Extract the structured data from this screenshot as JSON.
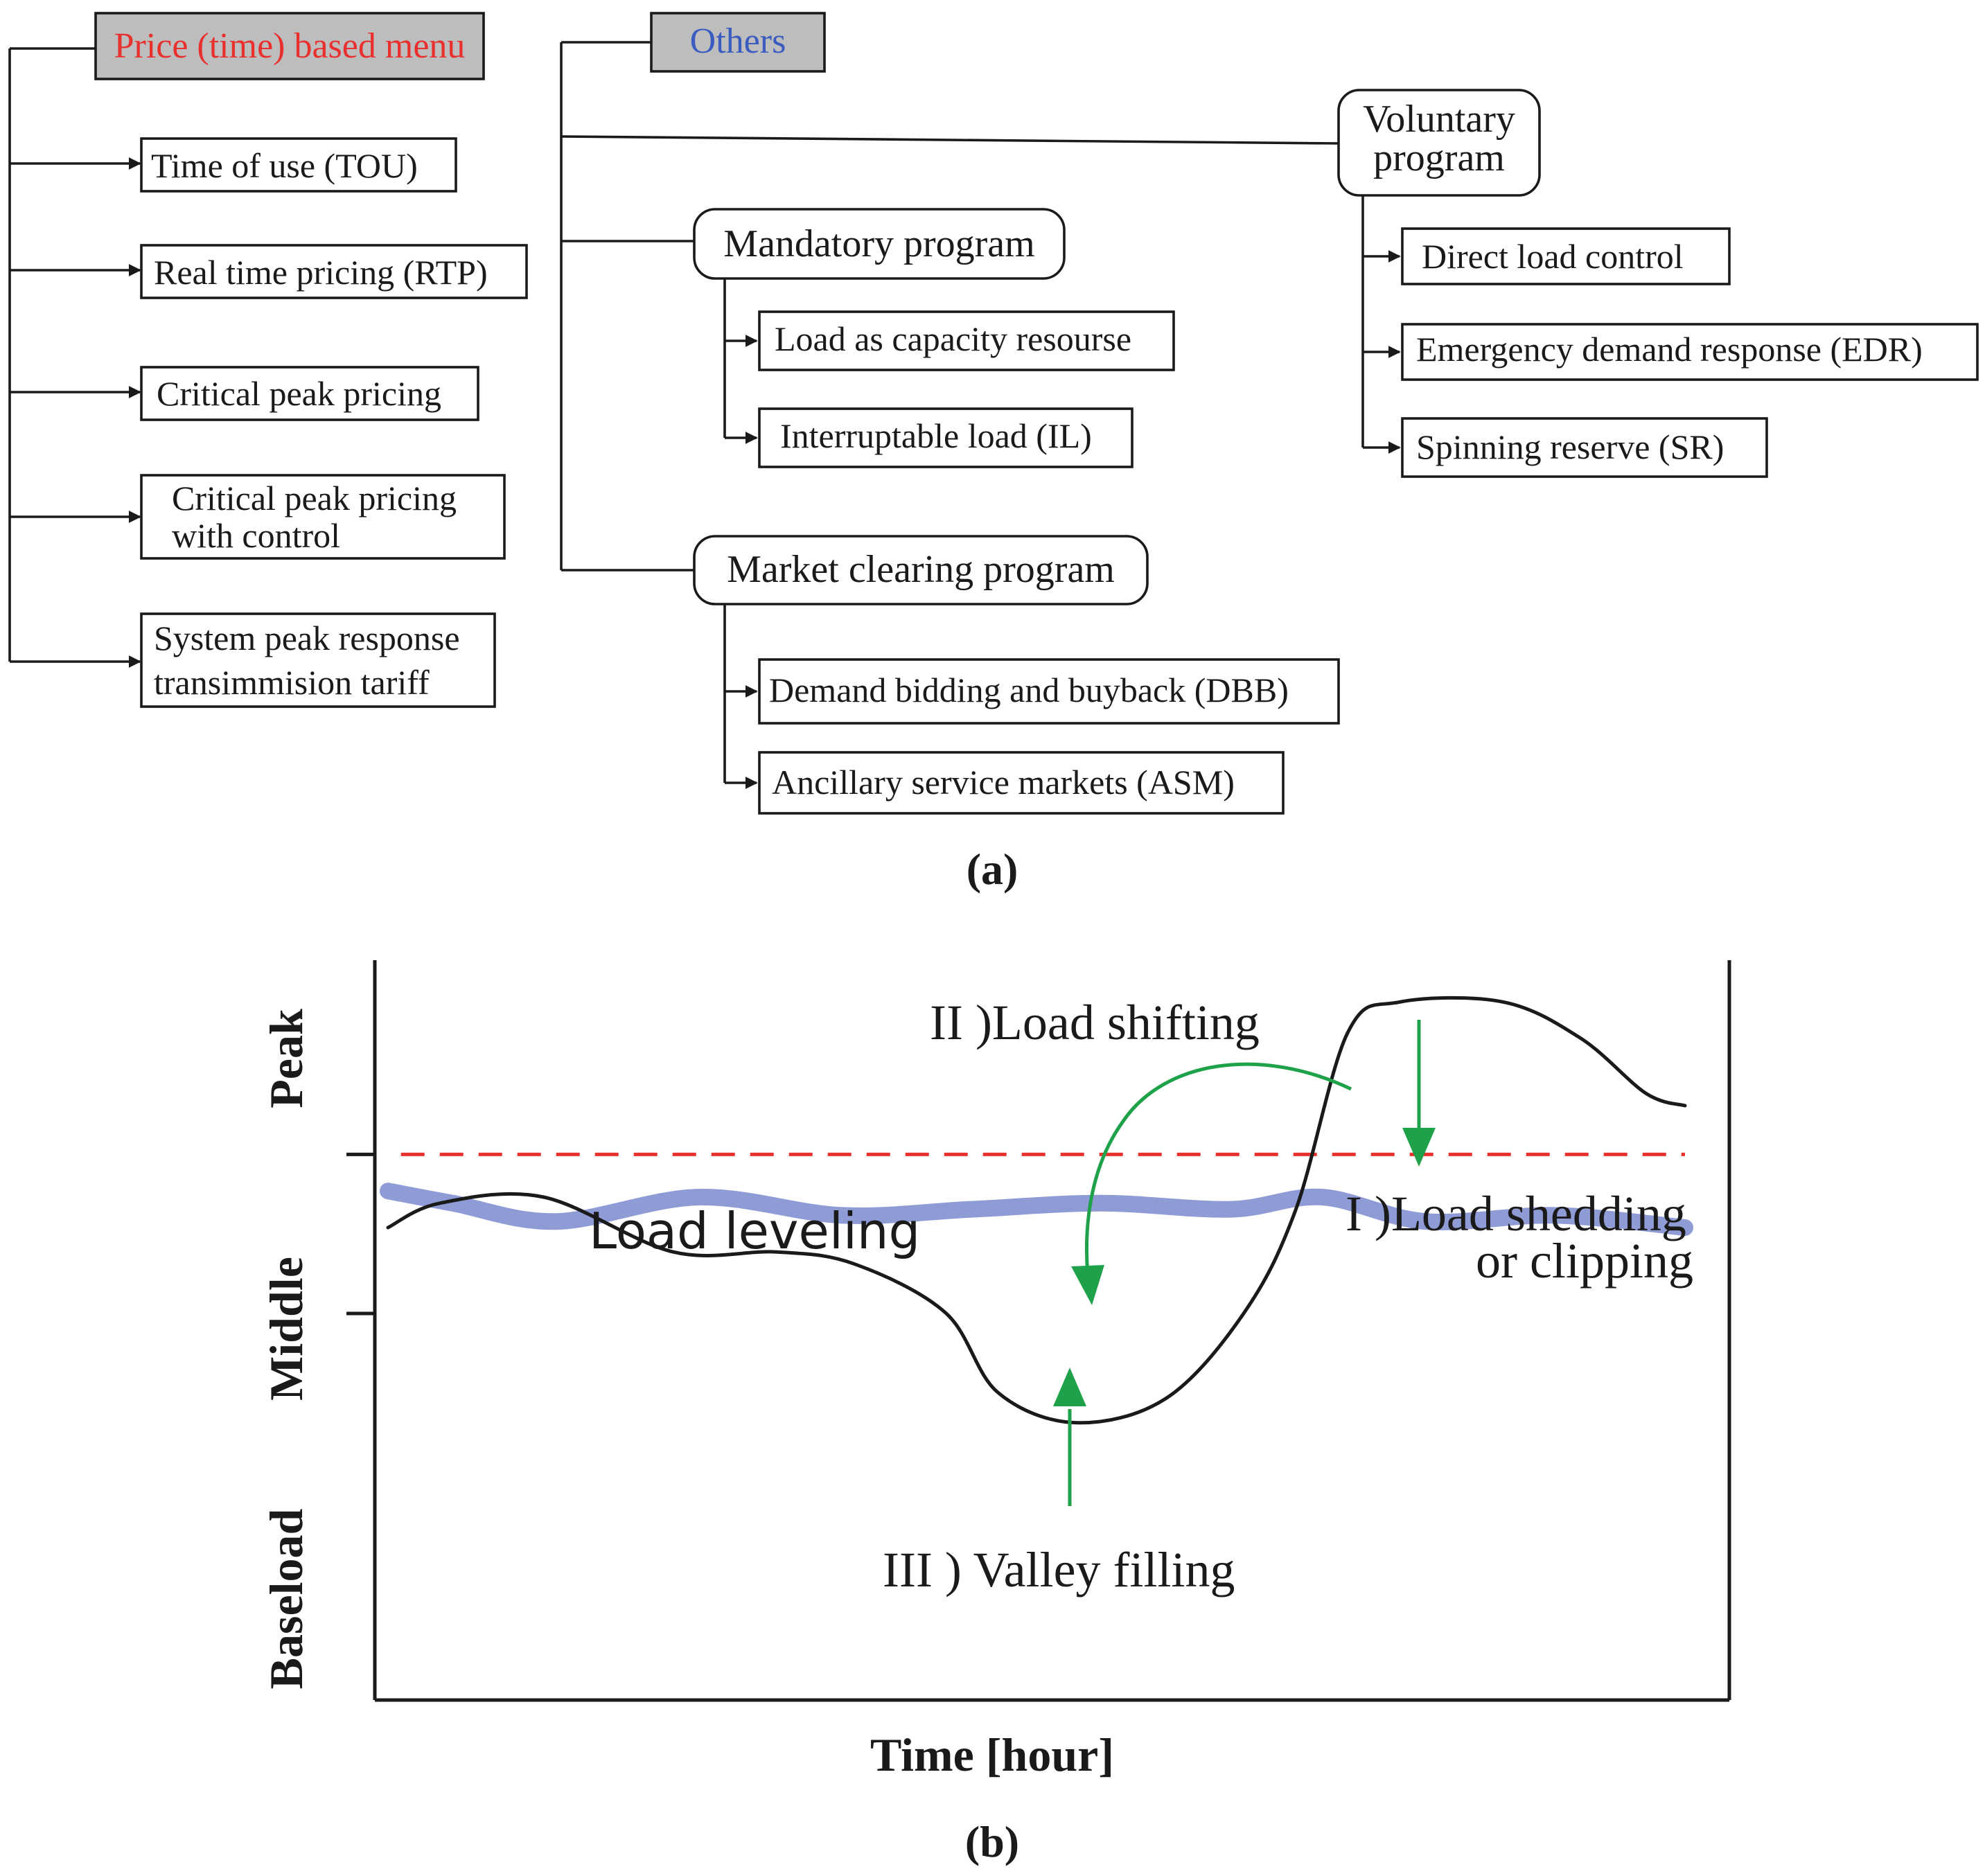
{
  "panel_a": {
    "price_branch": {
      "header": "Price (time) based menu",
      "header_color": "#e8302e",
      "items": [
        "Time of use (TOU)",
        "Real time pricing (RTP)",
        "Critical peak pricing",
        [
          "Critical peak pricing",
          "with control"
        ],
        [
          "System peak response",
          "transimmision tariff"
        ]
      ]
    },
    "others_branch": {
      "header": "Others",
      "header_color": "#3a5bbf",
      "mandatory": {
        "label": "Mandatory program",
        "items": [
          "Load as capacity resourse",
          "Interruptable load (IL)"
        ]
      },
      "market": {
        "label": "Market clearing program",
        "items": [
          "Demand bidding and buyback (DBB)",
          "Ancillary service markets (ASM)"
        ]
      },
      "voluntary": {
        "label": [
          "Voluntary",
          "program"
        ],
        "items": [
          "Direct load control",
          "Emergency demand response (EDR)",
          "Spinning reserve (SR)"
        ]
      }
    },
    "caption": "(a)"
  },
  "panel_b": {
    "caption": "(b)",
    "colors": {
      "load_curve": "#1a1a1a",
      "threshold": "#e8302e",
      "leveled": "#8f9bd4",
      "arrows": "#1fa14a"
    },
    "chart_data": {
      "type": "line",
      "xlabel": "Time [hour]",
      "ylabel_levels": [
        "Baseload",
        "Middle",
        "Peak"
      ],
      "annotations": {
        "load_leveling": "Load leveling",
        "load_shifting": "II )Load shifting",
        "load_shedding": [
          "I )Load shedding",
          "or clipping"
        ],
        "valley_filling": "III ) Valley filling"
      },
      "y_range": [
        0,
        1
      ],
      "level_boundaries": [
        0.3,
        0.72
      ],
      "threshold": 0.72,
      "series": [
        {
          "values": [
            [
              0.0,
              0.6
            ],
            [
              0.04,
              0.64
            ],
            [
              0.12,
              0.65
            ],
            [
              0.22,
              0.56
            ],
            [
              0.3,
              0.56
            ],
            [
              0.36,
              0.54
            ],
            [
              0.43,
              0.46
            ],
            [
              0.47,
              0.33
            ],
            [
              0.53,
              0.28
            ],
            [
              0.6,
              0.32
            ],
            [
              0.66,
              0.46
            ],
            [
              0.7,
              0.63
            ],
            [
              0.74,
              0.92
            ],
            [
              0.78,
              0.97
            ],
            [
              0.86,
              0.97
            ],
            [
              0.92,
              0.91
            ],
            [
              0.97,
              0.82
            ],
            [
              1.0,
              0.8
            ]
          ]
        },
        {
          "values": [
            [
              0.0,
              0.66
            ],
            [
              0.05,
              0.64
            ],
            [
              0.13,
              0.61
            ],
            [
              0.24,
              0.65
            ],
            [
              0.35,
              0.62
            ],
            [
              0.45,
              0.63
            ],
            [
              0.55,
              0.64
            ],
            [
              0.65,
              0.63
            ],
            [
              0.72,
              0.65
            ],
            [
              0.8,
              0.61
            ],
            [
              0.9,
              0.62
            ],
            [
              1.0,
              0.6
            ]
          ]
        }
      ]
    }
  }
}
